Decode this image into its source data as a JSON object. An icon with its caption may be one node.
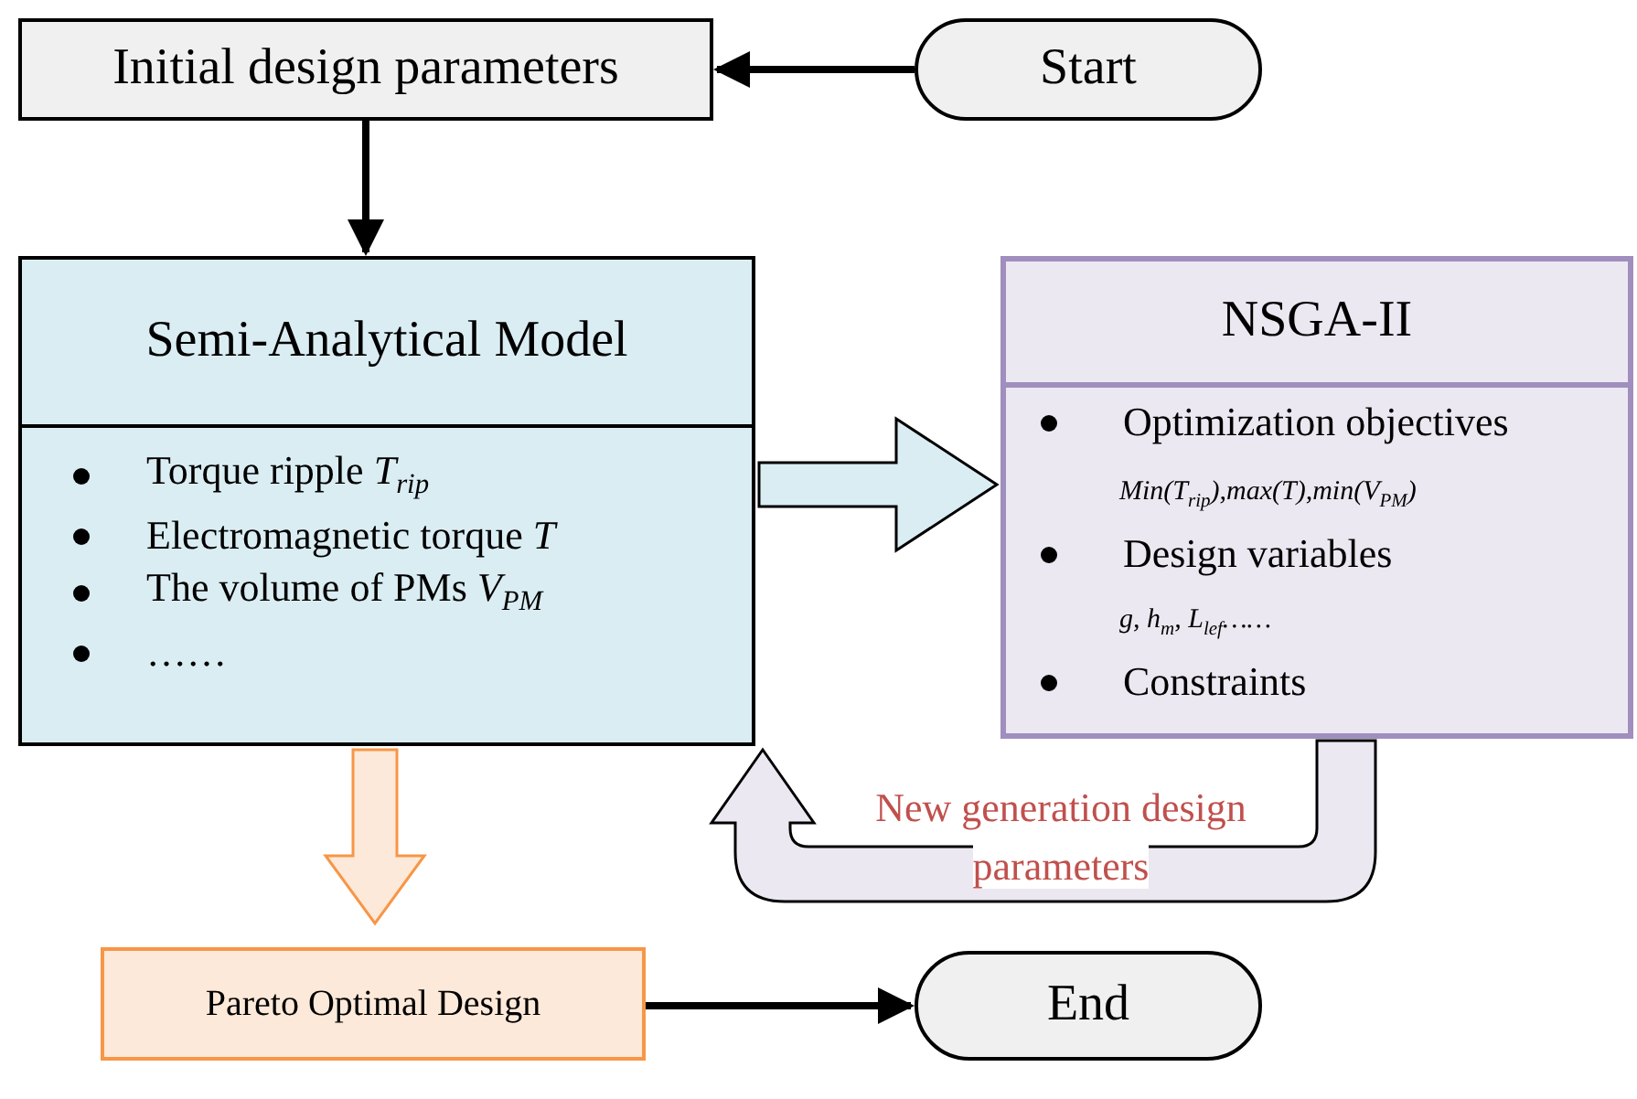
{
  "diagram": {
    "nodes": [
      {
        "text": [
          "Initial design parameters"
        ]
      },
      {
        "text": [
          "Start"
        ]
      },
      {
        "text": [
          "Semi-Analytical Model",
          "Torque ripple *T*$_{rip}$",
          "Electromagnetic torque *T*",
          "The volume of PMs *V*$_{PM}$",
          "……"
        ]
      },
      {
        "text": [
          "NSGA-II",
          "Optimization objectives",
          "Min(T$_{rip}$),max(T),min(V$_{PM}$)",
          "Design variables",
          "g, h$_{m}$, L$_{lef}$……",
          "Constraints"
        ]
      },
      {
        "text": [
          "Pareto Optimal Design"
        ]
      },
      {
        "text": [
          "End"
        ]
      }
    ],
    "edges": [
      {
        "from": 1,
        "to": 0,
        "arrow": "to"
      },
      {
        "from": 0,
        "to": 2,
        "arrow": "to"
      },
      {
        "from": 2,
        "to": 3,
        "arrow": "to",
        "style": "thick",
        "color": "#daedf3"
      },
      {
        "from": 3,
        "to": 2,
        "arrow": "to",
        "style": "thick",
        "color": "#ebe8f1",
        "label": "New generation design parameters"
      },
      {
        "from": 2,
        "to": 4,
        "arrow": "to",
        "style": "thick",
        "color": "#fde9d9"
      },
      {
        "from": 4,
        "to": 5,
        "arrow": "to"
      }
    ]
  }
}
